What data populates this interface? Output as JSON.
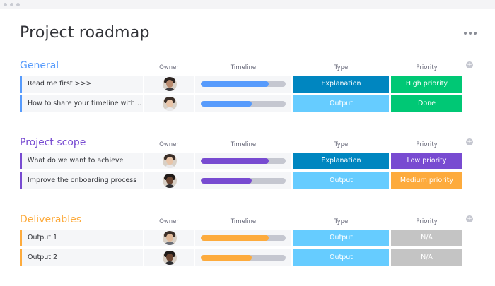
{
  "page": {
    "title": "Project roadmap"
  },
  "columns": {
    "owner": "Owner",
    "timeline": "Timeline",
    "type": "Type",
    "priority": "Priority"
  },
  "groups": [
    {
      "title": "General",
      "color": "#579bfc",
      "rows": [
        {
          "name": "Read me first >>>",
          "timeline": 0.8,
          "type": "Explanation",
          "type_color": "#0086c0",
          "priority": "High priority",
          "priority_color": "#00c875",
          "avatar": {
            "hair": "#2b2320",
            "face": "#b88a6e",
            "shirt": "#3b3a3f"
          }
        },
        {
          "name": "How to share your timeline with S...",
          "timeline": 0.6,
          "type": "Output",
          "type_color": "#66ccff",
          "priority": "Done",
          "priority_color": "#00c875",
          "avatar": {
            "hair": "#3a2e28",
            "face": "#e8c4a8",
            "shirt": "#e9e9eb"
          }
        }
      ]
    },
    {
      "title": "Project scope",
      "color": "#784bd1",
      "rows": [
        {
          "name": "What do we want to achieve",
          "timeline": 0.8,
          "type": "Explanation",
          "type_color": "#0086c0",
          "priority": "Low priority",
          "priority_color": "#784bd1",
          "avatar": {
            "hair": "#3a2e28",
            "face": "#e8c4a8",
            "shirt": "#e9e9eb"
          }
        },
        {
          "name": "Improve the onboarding process",
          "timeline": 0.6,
          "type": "Output",
          "type_color": "#66ccff",
          "priority": "Medium priority",
          "priority_color": "#fdab3d",
          "avatar": {
            "hair": "#1f1a18",
            "face": "#6b4633",
            "shirt": "#2d2d30"
          }
        }
      ]
    },
    {
      "title": "Deliverables",
      "color": "#fdab3d",
      "rows": [
        {
          "name": "Output 1",
          "timeline": 0.8,
          "type": "Output",
          "type_color": "#66ccff",
          "priority": "N/A",
          "priority_color": "#c4c4c4",
          "avatar": {
            "hair": "#3a2e28",
            "face": "#e0b99a",
            "shirt": "#6b6f78"
          }
        },
        {
          "name": "Output 2",
          "timeline": 0.6,
          "type": "Output",
          "type_color": "#66ccff",
          "priority": "N/A",
          "priority_color": "#c4c4c4",
          "avatar": {
            "hair": "#1f1a18",
            "face": "#6b4633",
            "shirt": "#2d2d30"
          }
        }
      ]
    }
  ],
  "icons": {
    "more": "more-horizontal-icon",
    "add_column": "plus-circle-icon"
  }
}
